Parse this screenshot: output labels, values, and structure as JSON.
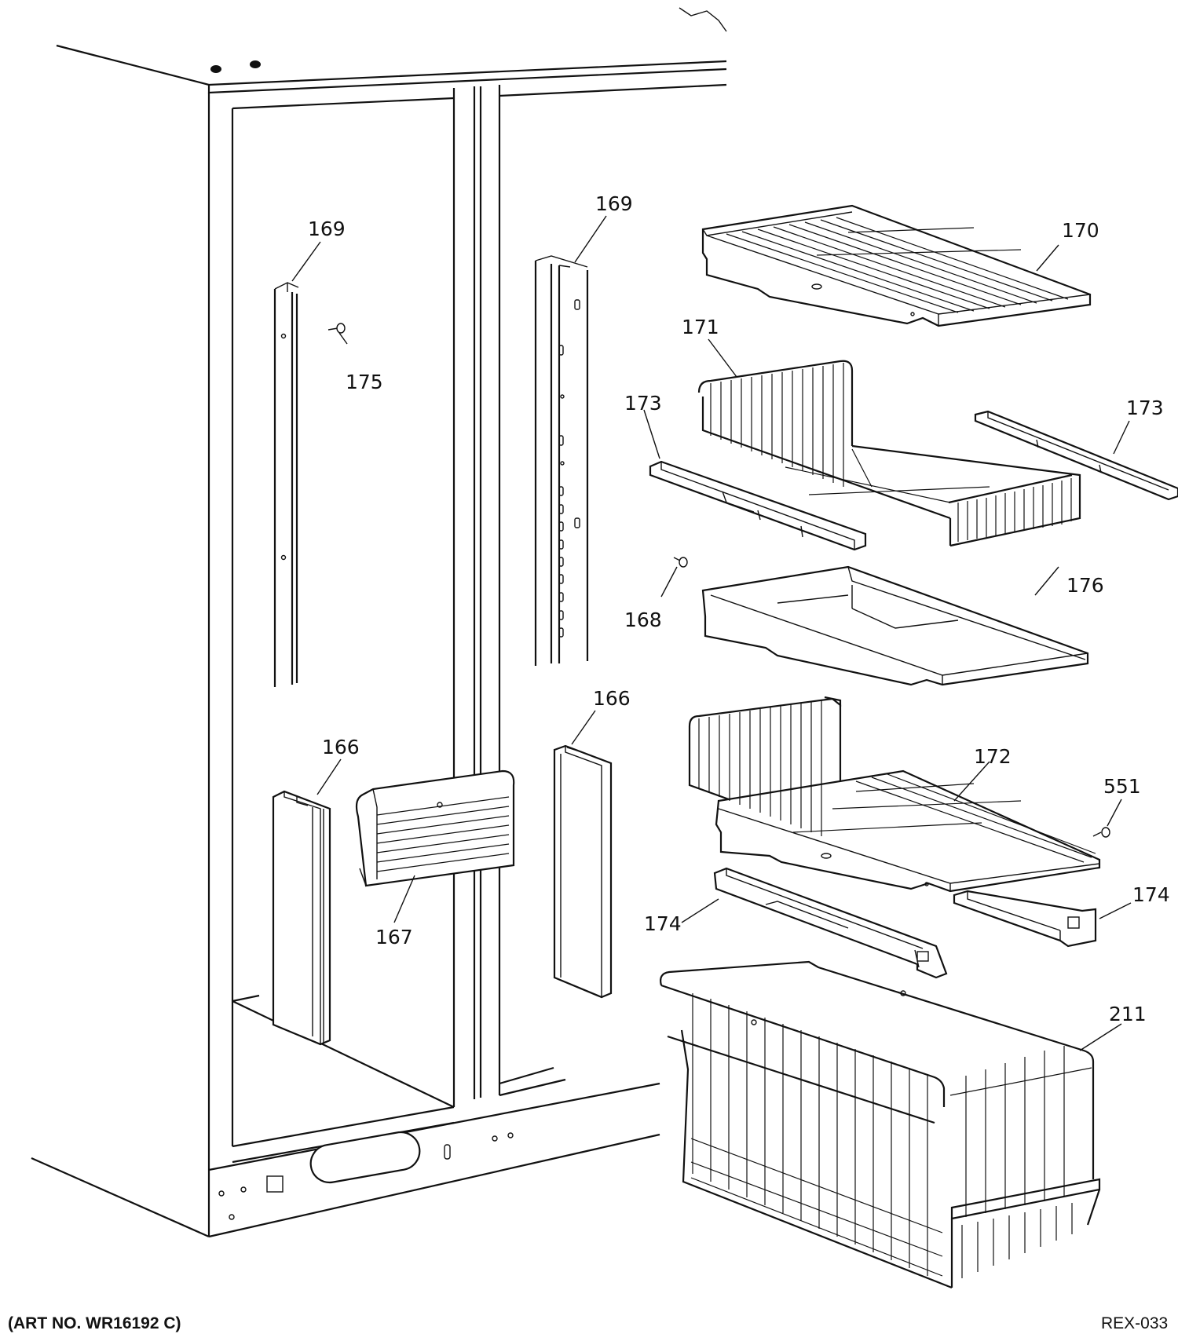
{
  "labels": {
    "l169a": "169",
    "l169b": "169",
    "l170": "170",
    "l171": "171",
    "l173a": "173",
    "l173b": "173",
    "l175": "175",
    "l168": "168",
    "l176": "176",
    "l166a": "166",
    "l166b": "166",
    "l167": "167",
    "l172": "172",
    "l551": "551",
    "l174a": "174",
    "l174b": "174",
    "l211": "211"
  },
  "footer": {
    "art_no": "(ART NO. WR16192 C)",
    "code": "REX-033"
  }
}
